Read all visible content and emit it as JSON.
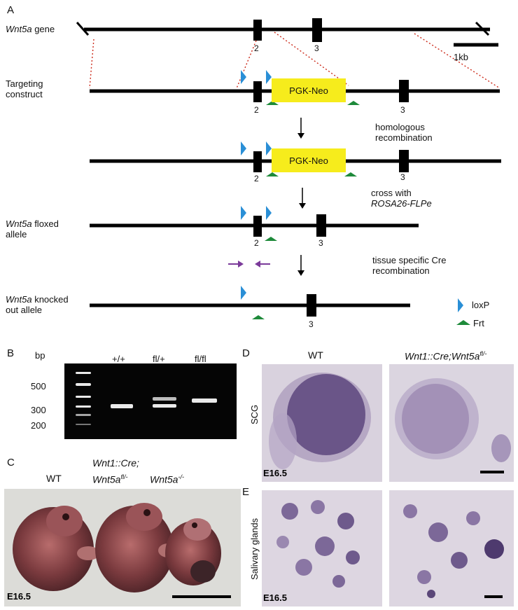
{
  "panels": {
    "A": "A",
    "B": "B",
    "C": "C",
    "D": "D",
    "E": "E"
  },
  "panel_a": {
    "gene_label_italic": "Wnt5a",
    "gene_label_rest": " gene",
    "scale_bar_label": "1kb",
    "targeting_label_1": "Targeting",
    "targeting_label_2": "construct",
    "neo_label": "PGK-Neo",
    "exon2": "2",
    "exon3": "3",
    "step1": "homologous",
    "step1b": "recombination",
    "step2": "cross with",
    "step2b": "ROSA26-FLPe",
    "floxed_italic": "Wnt5a",
    "floxed_rest": " floxed",
    "floxed_line2": "allele",
    "step3": "tissue specific Cre",
    "step3b": "recombination",
    "ko_italic": "Wnt5a",
    "ko_rest": " knocked",
    "ko_line2": "out allele",
    "legend_loxp": "loxP",
    "legend_frt": "Frt"
  },
  "panel_b": {
    "bp_label": "bp",
    "ladder": [
      "500",
      "300",
      "200"
    ],
    "lanes": [
      "+/+",
      "fl/+",
      "fl/fl"
    ]
  },
  "panel_c": {
    "wt": "WT",
    "cko_line1": "Wnt1::Cre;",
    "cko_line2_base": "Wnt5a",
    "cko_line2_sup": "fl/-",
    "ko_base": "Wnt5a",
    "ko_sup": "-/-",
    "stage": "E16.5"
  },
  "panel_d": {
    "wt": "WT",
    "cko_base": "Wnt1::Cre;Wnt5a",
    "cko_sup": "fl/-",
    "row_label": "SCG",
    "stage": "E16.5"
  },
  "panel_e": {
    "row_label": "Salivary glands",
    "stage": "E16.5"
  },
  "colors": {
    "loxp": "#2a8fd6",
    "frt": "#1e8a3a",
    "neo": "#f6ec1c",
    "primer": "#7b3a9a",
    "homology": "#cc2a1a"
  }
}
